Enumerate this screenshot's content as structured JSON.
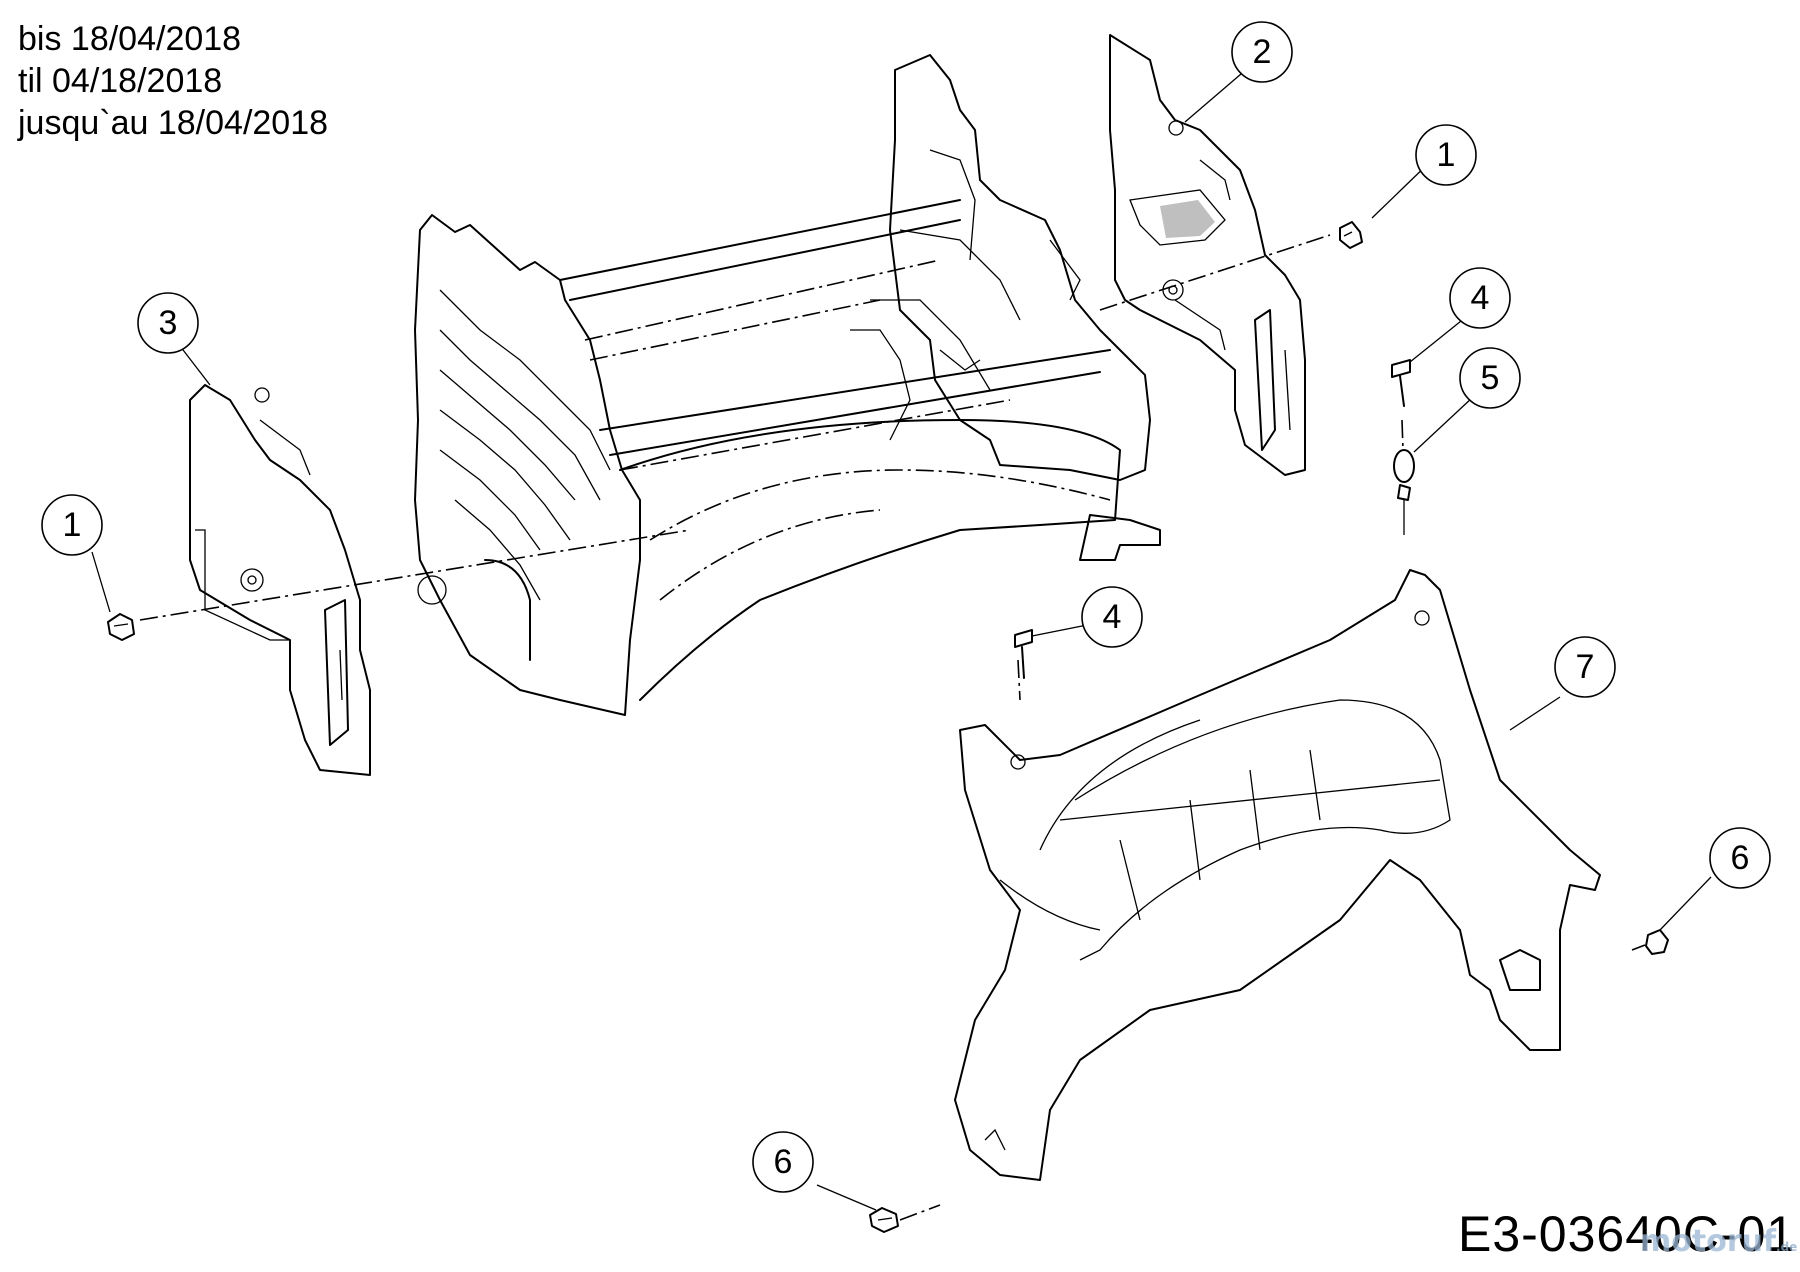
{
  "header": {
    "line1": "bis 18/04/2018",
    "line2": "til 04/18/2018",
    "line3": "jusqu`au 18/04/2018"
  },
  "drawing_id": "E3-03640C-01",
  "watermark": {
    "brand": "motoruf",
    "tld": ".de"
  },
  "callouts": [
    "1",
    "1",
    "2",
    "3",
    "4",
    "4",
    "5",
    "6",
    "6",
    "7"
  ]
}
